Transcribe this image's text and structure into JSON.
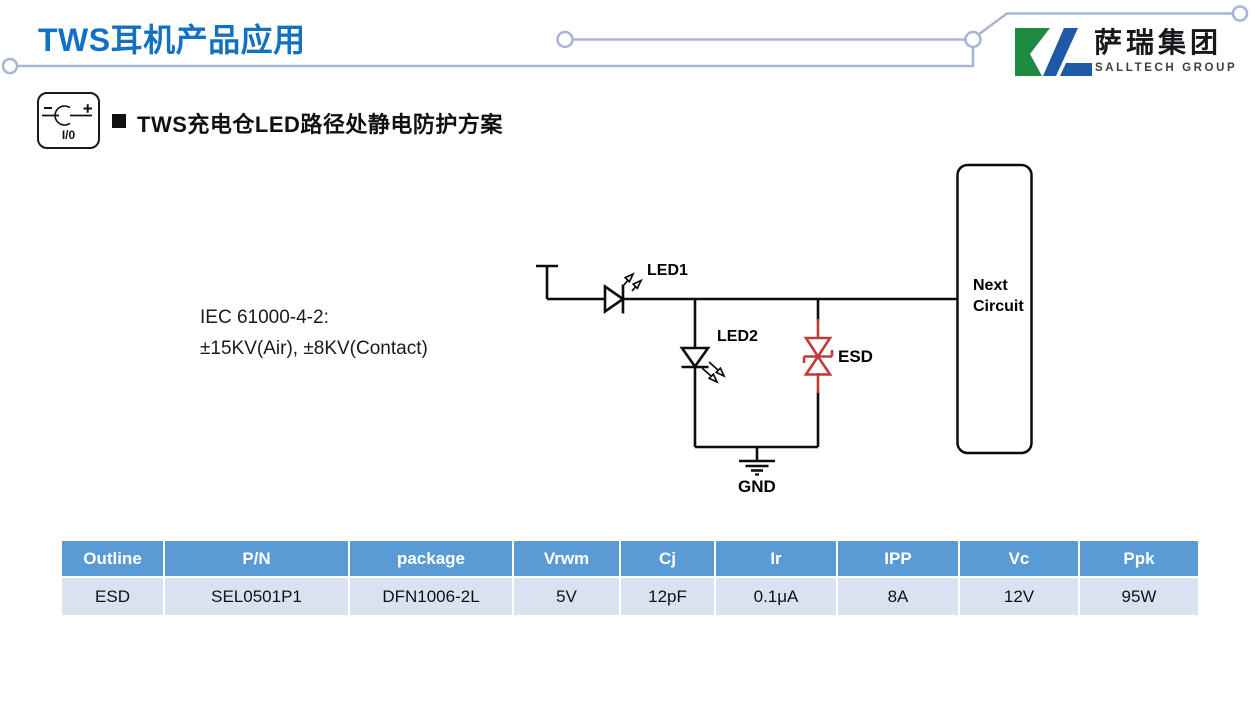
{
  "colors": {
    "title": "#1371C4",
    "trace": "#A8B4D6",
    "wire": "#0D0D0D",
    "esd": "#C23B38",
    "logo_green": "#1E8A43",
    "logo_blue": "#2058A8",
    "table_header_bg": "#5B9BD5",
    "table_row_bg": "#DAE2F1"
  },
  "header": {
    "title": "TWS耳机产品应用"
  },
  "logo": {
    "company_cn": "萨瑞集团",
    "company_en": "SALLTECH GROUP"
  },
  "section": {
    "io_icon_label": "I/0",
    "heading": "TWS充电仓LED路径处静电防护方案"
  },
  "note": {
    "line1": "IEC 61000-4-2:",
    "line2": "±15KV(Air), ±8KV(Contact)"
  },
  "circuit": {
    "led1_label": "LED1",
    "led2_label": "LED2",
    "esd_label": "ESD",
    "gnd_label": "GND",
    "next_box_label": "Next Circuit"
  },
  "table": {
    "columns": [
      "Outline",
      "P/N",
      "package",
      "Vrwm",
      "Cj",
      "Ir",
      "IPP",
      "Vc",
      "Ppk"
    ],
    "rows": [
      [
        "ESD",
        "SEL0501P1",
        "DFN1006-2L",
        "5V",
        "12pF",
        "0.1μA",
        "8A",
        "12V",
        "95W"
      ]
    ]
  }
}
